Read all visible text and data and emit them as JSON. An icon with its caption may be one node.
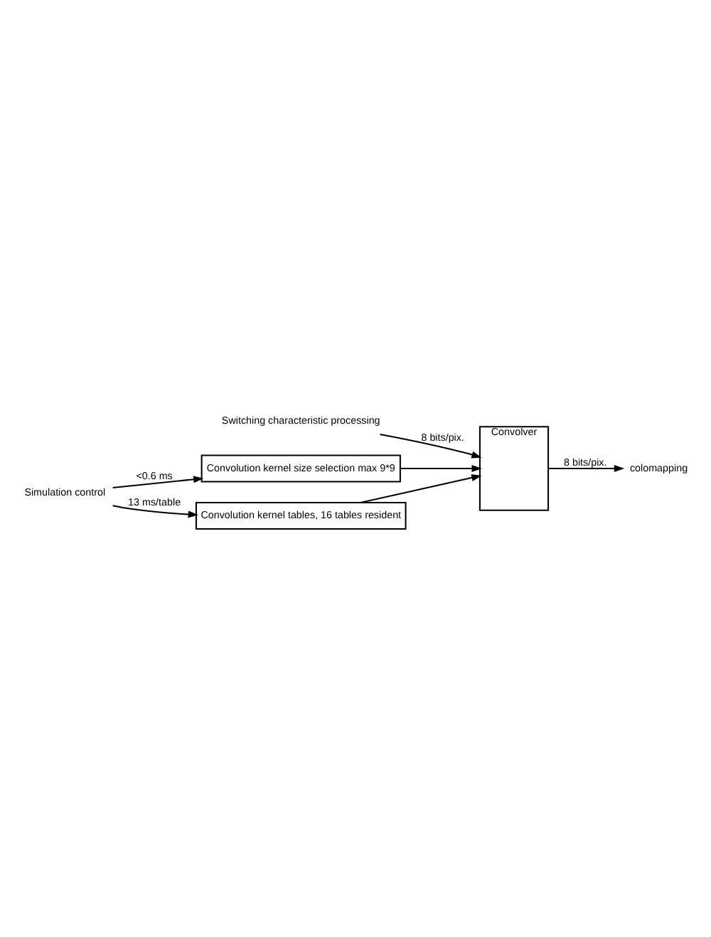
{
  "diagram": {
    "nodes": [
      {
        "text": [
          "Switching characteristic processing"
        ]
      },
      {
        "text": [
          "Simulation control"
        ]
      },
      {
        "text": [
          "Convolution kernel size selection max 9*9"
        ]
      },
      {
        "text": [
          "Convolution kernel tables, 16 tables resident"
        ]
      },
      {
        "text": [
          "Convolver"
        ]
      },
      {
        "text": [
          "colomapping"
        ]
      }
    ],
    "edges": [
      {
        "from": 0,
        "to": 4,
        "arrow": "to",
        "label": "8 bits/pix."
      },
      {
        "from": 1,
        "to": 2,
        "arrow": "to",
        "label": "<0.6 ms"
      },
      {
        "from": 1,
        "to": 3,
        "arrow": "to",
        "label": "13 ms/table"
      },
      {
        "from": 2,
        "to": 4,
        "arrow": "to"
      },
      {
        "from": 3,
        "to": 4,
        "arrow": "to"
      },
      {
        "from": 4,
        "to": 5,
        "arrow": "to",
        "label": "8 bits/pix."
      }
    ]
  }
}
